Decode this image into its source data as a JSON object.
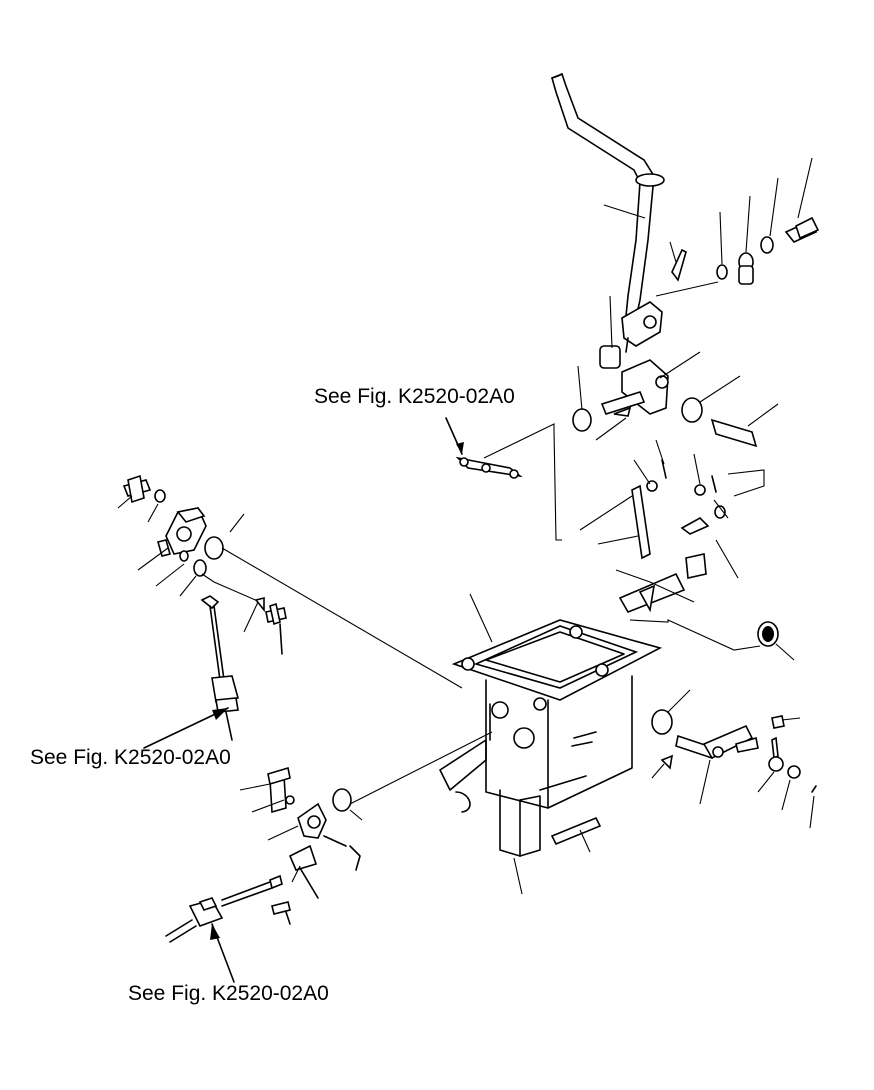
{
  "callouts": [
    {
      "text": "See Fig. K2520-02A0"
    },
    {
      "text": "See Fig. K2520-02A0"
    },
    {
      "text": "See Fig. K2520-02A0"
    }
  ]
}
